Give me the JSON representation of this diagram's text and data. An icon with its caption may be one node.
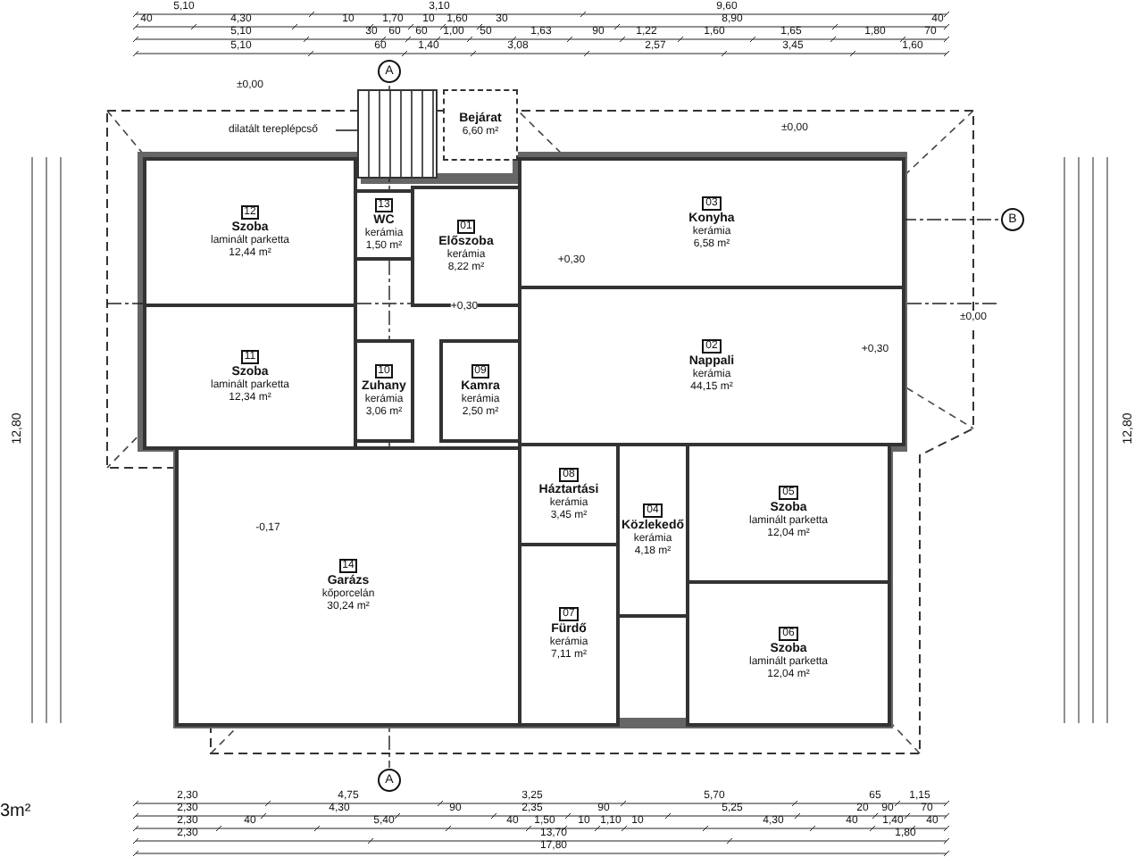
{
  "diagram": {
    "nodes": [
      {
        "text": [
          "dilatált tereplépcső"
        ]
      },
      {
        "text": [],
        "shape": "picture"
      },
      {
        "text": [
          "Bejárat",
          "6,60 m²"
        ]
      },
      {
        "text": [
          "12",
          "Szoba",
          "laminált parketta",
          "12,44 m²"
        ]
      },
      {
        "text": [
          "13",
          "WC",
          "kerámia",
          "1,50 m²"
        ]
      },
      {
        "text": [
          "01",
          "Előszoba",
          "kerámia",
          "8,22 m²"
        ]
      },
      {
        "text": [
          "03",
          "Konyha",
          "kerámia",
          "6,58 m²"
        ]
      },
      {
        "text": [
          "11",
          "Szoba",
          "laminált parketta",
          "12,34 m²"
        ]
      },
      {
        "text": [
          "10",
          "Zuhany",
          "kerámia",
          "3,06 m²"
        ]
      },
      {
        "text": [
          "09",
          "Kamra",
          "kerámia",
          "2,50 m²"
        ]
      },
      {
        "text": [
          "02",
          "Nappali",
          "kerámia",
          "44,15 m²"
        ]
      },
      {
        "text": [
          "08",
          "Háztartási",
          "kerámia",
          "3,45 m²"
        ]
      },
      {
        "text": [
          "14",
          "Garázs",
          "kőporcelán",
          "30,24 m²"
        ]
      },
      {
        "text": [
          "04",
          "Közlekedő",
          "kerámia",
          "4,18 m²"
        ]
      },
      {
        "text": [
          "05",
          "Szoba",
          "laminált parketta",
          "12,04 m²"
        ]
      },
      {
        "text": [
          "07",
          "Fürdő",
          "kerámia",
          "7,11 m²"
        ]
      },
      {
        "text": [
          "06",
          "Szoba",
          "laminált parketta",
          "12,04 m²"
        ]
      }
    ],
    "edges": [
      {
        "from": 0,
        "to": 1,
        "arrow": "none"
      }
    ],
    "labels": [
      "5,10",
      "3,10",
      "9,60",
      "40",
      "4,30",
      "10",
      "1,70",
      "10",
      "1,60",
      "30",
      "8,90",
      "40",
      "5,10",
      "30",
      "60",
      "60",
      "1,00",
      "50",
      "1,63",
      "90",
      "1,22",
      "1,60",
      "1,65",
      "1,80",
      "70",
      "5,10",
      "60",
      "1,40",
      "3,08",
      "2,57",
      "3,45",
      "1,60",
      "A",
      "±0,00",
      "±0,00",
      "12,80",
      "B",
      "+0,30",
      "+0,30",
      "+0,30",
      "±0,00",
      "12,80",
      "-0,17",
      "A",
      "3m²",
      "2,30",
      "4,75",
      "3,25",
      "5,70",
      "65",
      "1,15",
      "2,30",
      "4,30",
      "90",
      "2,35",
      "90",
      "5,25",
      "20",
      "90",
      "70",
      "2,30",
      "40",
      "5,40",
      "40",
      "1,50",
      "10",
      "1,10",
      "10",
      "4,30",
      "40",
      "1,40",
      "40",
      "2,30",
      "13,70",
      "1,80",
      "17,80"
    ]
  }
}
